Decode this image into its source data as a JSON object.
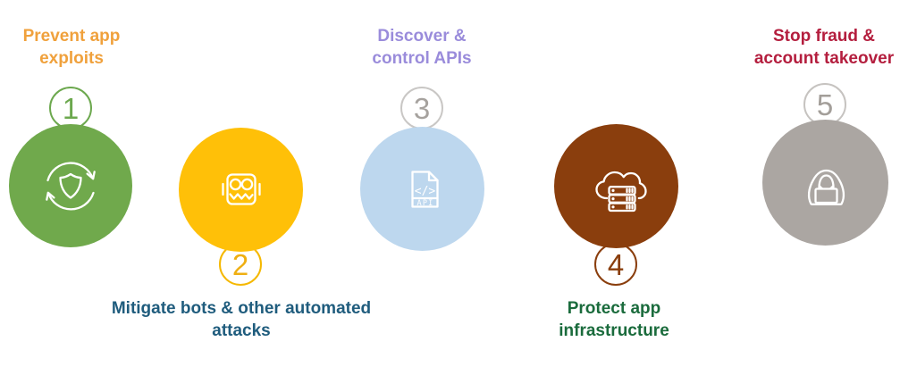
{
  "steps": [
    {
      "number": "1",
      "label": "Prevent app\nexploits",
      "icon": "shield-refresh-icon",
      "colors": {
        "label": "#F0A13C",
        "circle": "#70A94C",
        "ring": "#6CA84E",
        "number": "#6CA84E"
      }
    },
    {
      "number": "2",
      "label": "Mitigate bots & other automated\nattacks",
      "icon": "bot-icon",
      "colors": {
        "label": "#1F5C7D",
        "circle": "#FFC008",
        "ring": "#F5B800",
        "number": "#EFAF12"
      }
    },
    {
      "number": "3",
      "label": "Discover &\ncontrol APIs",
      "icon": "api-document-icon",
      "icon_code": "</>",
      "icon_label": "API",
      "colors": {
        "label": "#9A8CDB",
        "circle": "#BDD7EE",
        "ring": "#C9C7C5",
        "number": "#A6A29E"
      }
    },
    {
      "number": "4",
      "label": "Protect app\ninfrastructure",
      "icon": "cloud-server-icon",
      "colors": {
        "label": "#1A6B3C",
        "circle": "#8A3E0D",
        "ring": "#8A3E0D",
        "number": "#8A3E0D"
      }
    },
    {
      "number": "5",
      "label": "Stop fraud &\naccount takeover",
      "icon": "hooded-hacker-icon",
      "colors": {
        "label": "#B41E3E",
        "circle": "#ABA6A2",
        "ring": "#C6C3C0",
        "number": "#A39E99"
      }
    }
  ]
}
